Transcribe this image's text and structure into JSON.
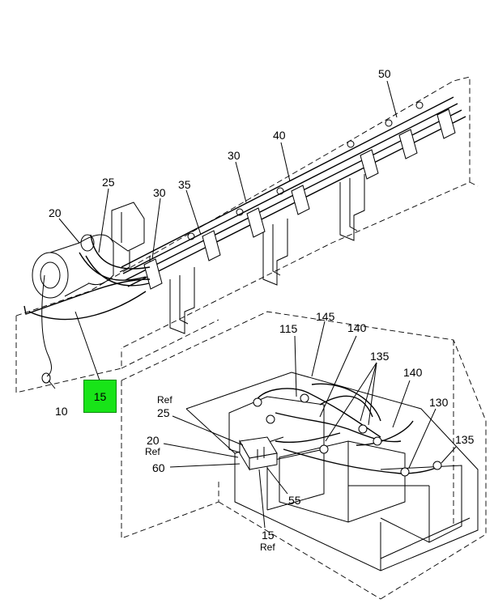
{
  "highlighted_callout": "15",
  "callouts": {
    "c50": "50",
    "c40": "40",
    "c30a": "30",
    "c35": "35",
    "c30b": "30",
    "c25": "25",
    "c20": "20",
    "c10": "10",
    "c15": "15",
    "c145": "145",
    "c115": "115",
    "c140a": "140",
    "c135a": "135",
    "c140b": "140",
    "c130": "130",
    "c135b": "135",
    "ref_top": "Ref",
    "c25_ref": "25",
    "c20_ref": "20",
    "ref_mid": "Ref",
    "c60": "60",
    "c55": "55",
    "c15_bottom": "15",
    "ref_bottom": "Ref"
  },
  "colors": {
    "highlight": "#18e418"
  }
}
